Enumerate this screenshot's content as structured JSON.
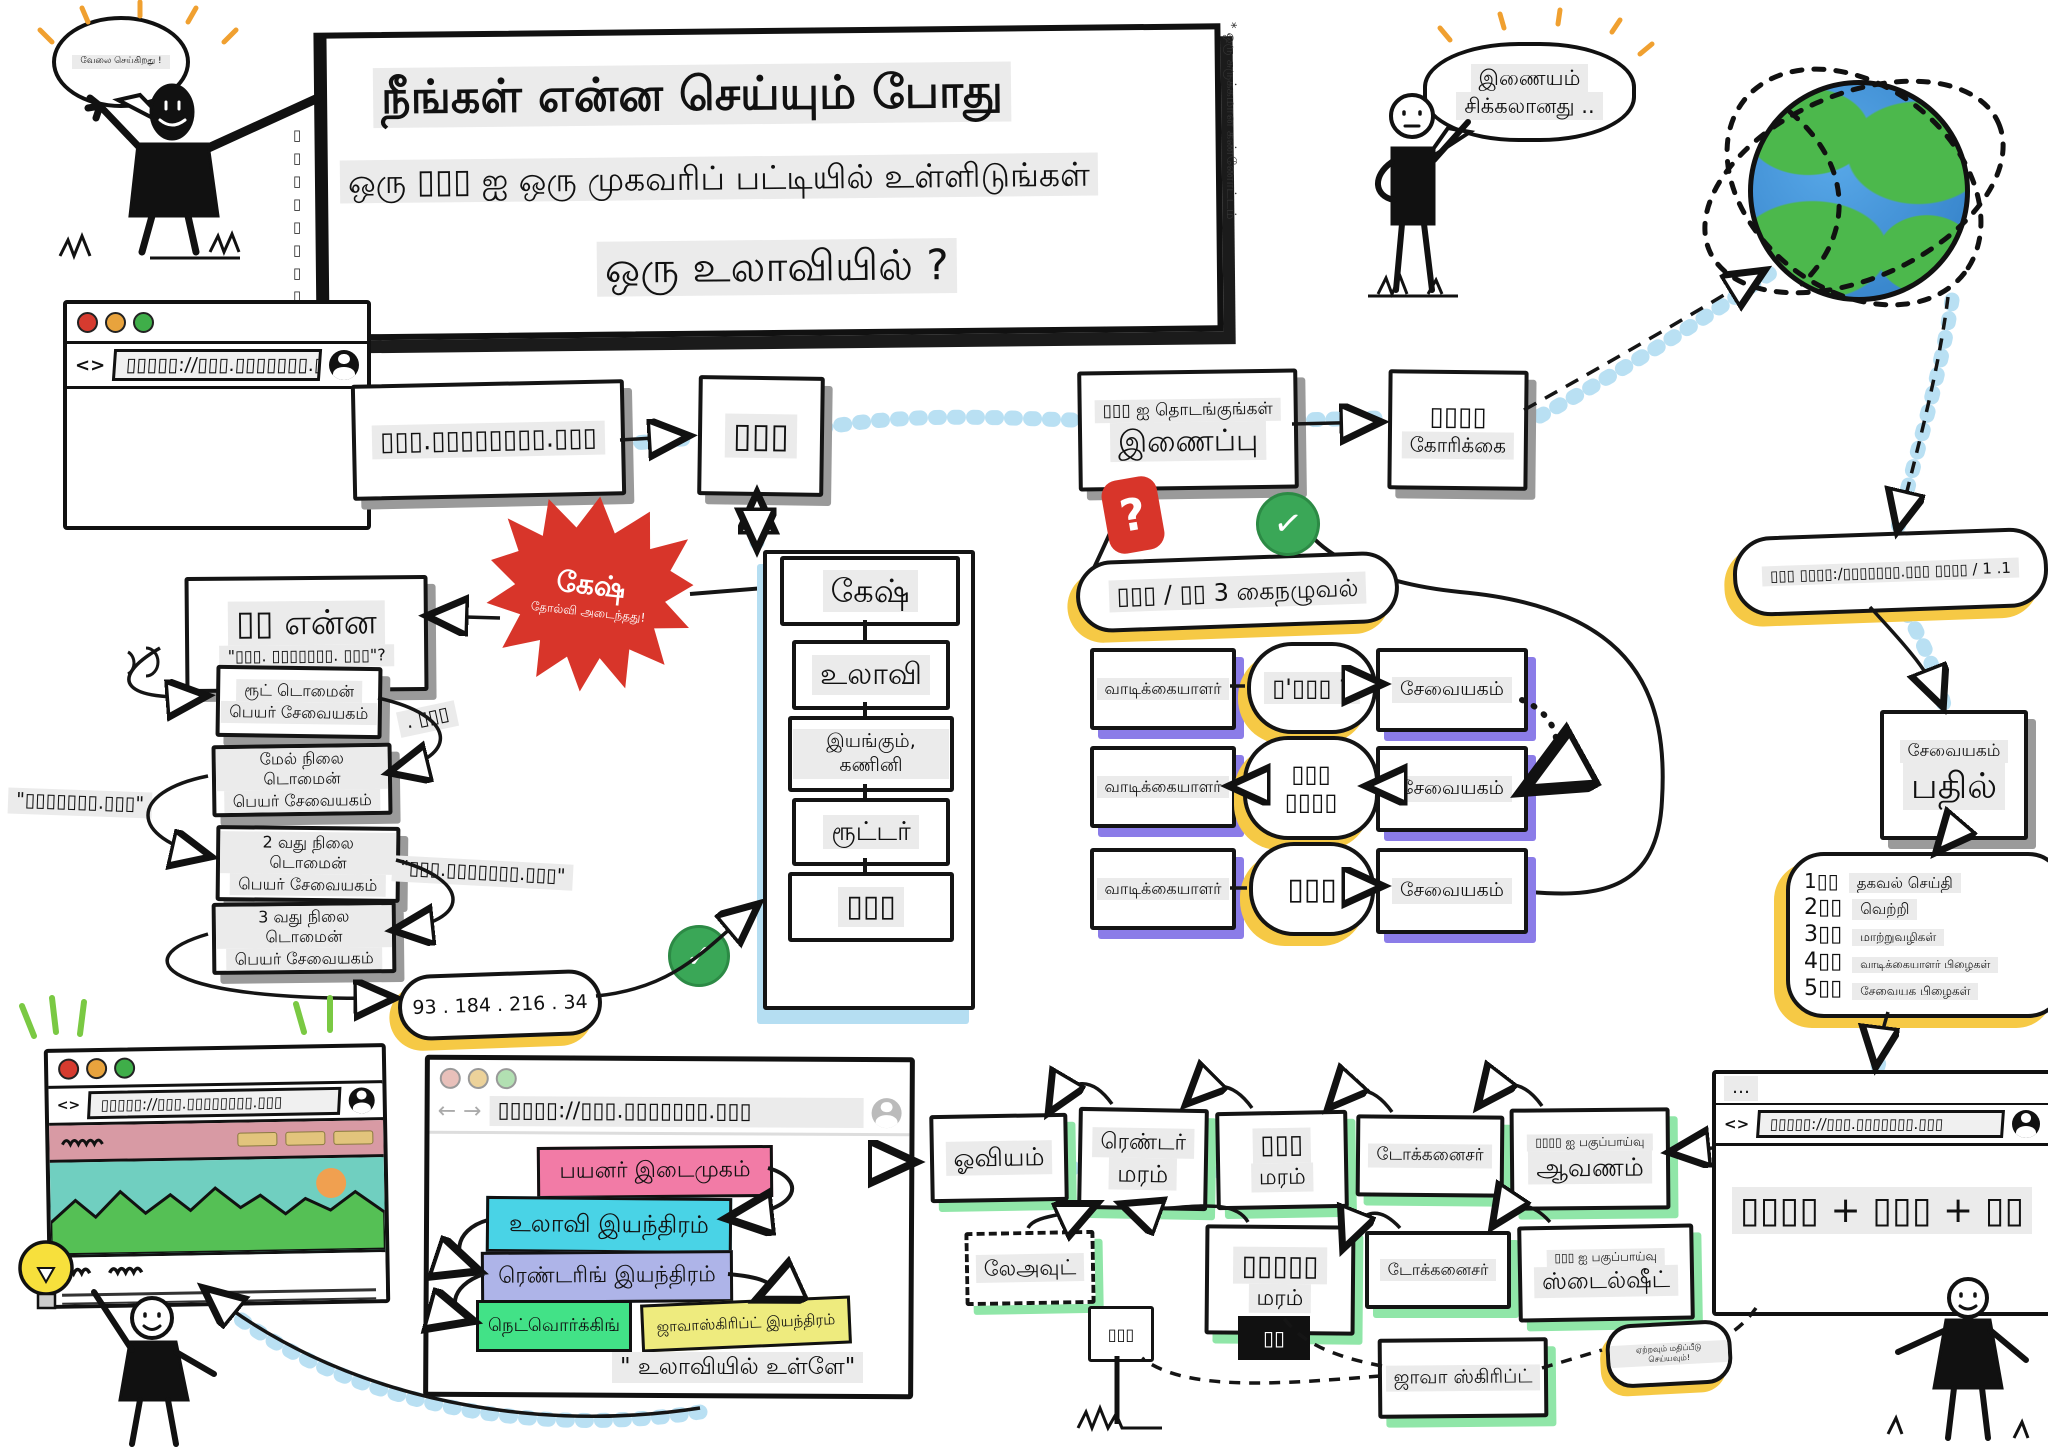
{
  "title": {
    "line1": "நீங்கள் என்ன செய்யும் போது",
    "line2": "ஒரு ▯▯▯ ஐ ஒரு முகவரிப் பட்டியில் உள்ளிடுங்கள்",
    "line3": "ஒரு உலாவியில் ?",
    "side_note": "* ஒரு சுருக்கமான கண்ணோட்டம்",
    "tofu_strip": "▯▯▯▯▯▯▯▯▯▯▯▯▯"
  },
  "figures": {
    "left_bubble": "வேலை செய்கிறது !",
    "right_bubble_line1": "இணையம்",
    "right_bubble_line2": "சிக்கலானது .."
  },
  "address_bar": {
    "code_icon": "<>",
    "url": "▯▯▯▯▯://▯▯▯.▯▯▯▯▯▯▯.▯▯▯"
  },
  "flow": {
    "www_box": "▯▯▯.▯▯▯▯▯▯▯▯.▯▯▯",
    "url_box": "▯▯▯",
    "connection_line1": "▯▯▯ ஐ தொடங்குங்கள்",
    "connection_line2": "இணைப்பு",
    "request_line1": "▯▯▯▯",
    "request_line2": "கோரிக்கை",
    "question_mark": "?",
    "check_mark": "✓"
  },
  "cache": {
    "title": "கேஷ்",
    "items": [
      "உலாவி",
      "இயங்கும், கணினி",
      "ரூட்டர்",
      "▯▯▯"
    ]
  },
  "cache_miss": {
    "line1": "கேஷ்",
    "line2": "தோல்வி அடைந்தது!"
  },
  "dns": {
    "question_line1": "▯▯ என்ன",
    "question_line2": "\"▯▯▯. ▯▯▯▯▯▯▯. ▯▯▯\"?",
    "servers": [
      {
        "line1": "ரூட் டொமைன்",
        "line2": "பெயர் சேவையகம்"
      },
      {
        "line1": "மேல் நிலை டொமைன்",
        "line2": "பெயர் சேவையகம்"
      },
      {
        "line1": "2 வது நிலை டொமைன்",
        "line2": "பெயர் சேவையகம்"
      },
      {
        "line1": "3 வது நிலை டொமைன்",
        "line2": "பெயர் சேவையகம்"
      }
    ],
    "label_tld": ". ▯▯▯",
    "label_domain": "\"▯▯▯▯▯▯▯.▯▯▯\"",
    "label_full": "\"▯▯▯.▯▯▯▯▯▯▯.▯▯▯\"",
    "ip_address": "93 . 184 . 216 . 34",
    "check_mark": "✓"
  },
  "handshake": {
    "banner": "▯▯▯ / ▯▯ 3 கைநழுவல்",
    "rows": [
      {
        "client": "வாடிக்கையாளர்",
        "message": "▯'▯▯▯ ?",
        "server": "சேவையகம்"
      },
      {
        "client": "வாடிக்கையாளர்",
        "message_line1": "▯▯▯",
        "message_line2": "▯▯▯▯",
        "server": "சேவையகம்"
      },
      {
        "client": "வாடிக்கையாளர்",
        "message": "▯▯▯",
        "server": "சேவையகம்"
      }
    ]
  },
  "http": {
    "get_request": "▯▯▯ ▯▯▯▯:/▯▯▯▯▯▯▯.▯▯▯ ▯▯▯▯ / 1 .1",
    "reply_line1": "சேவையகம்",
    "reply_line2": "பதில்",
    "status_codes": [
      {
        "code": "1▯▯",
        "label": "தகவல் செய்தி"
      },
      {
        "code": "2▯▯",
        "label": "வெற்றி"
      },
      {
        "code": "3▯▯",
        "label": "மாற்றுவழிகள்"
      },
      {
        "code": "4▯▯",
        "label": "வாடிக்கையாளர் பிழைகள்"
      },
      {
        "code": "5▯▯",
        "label": "சேவையக பிழைகள்"
      }
    ]
  },
  "result_browser": {
    "menu_dots": "…",
    "code_icon": "<>",
    "url": "▯▯▯▯▯://▯▯▯.▯▯▯▯▯▯▯.▯▯▯",
    "content": "▯▯▯▯ + ▯▯▯ + ▯▯"
  },
  "pipeline": {
    "paint": "ஓவியம்",
    "render_tree_line1": "ரெண்டர்",
    "render_tree_line2": "மரம்",
    "dom_tree_line1": "▯▯▯",
    "dom_tree_line2": "மரம்",
    "tokenizer_html": "டோக்கனைசர்",
    "parse_html_line1": "▯▯▯▯ ஐ பகுப்பாய்வு",
    "parse_html_line2": "ஆவணம்",
    "layout": "லேஅவுட்",
    "cssom_tree_line1": "▯▯▯▯▯",
    "cssom_tree_line2": "மரம்",
    "tokenizer_css": "டோக்கனைசர்",
    "parse_css_line1": "▯▯▯ ஐ பகுப்பாய்வு",
    "parse_css_line2": "ஸ்டைல்ஷீட்",
    "javascript": "ஜாவா ஸ்கிரிப்ட்",
    "js_note": "ஏற்றவும் மதிப்பீடு செய்யவும்!",
    "dom_sign": "▯▯▯",
    "css_chip": "▯▯"
  },
  "browser_internals": {
    "nav_icons": "← →",
    "url": "▯▯▯▯▯://▯▯▯.▯▯▯▯▯▯▯.▯▯▯",
    "layers": [
      {
        "label": "பயனர் இடைமுகம்",
        "color": "#f27ba6"
      },
      {
        "label": "உலாவி இயந்திரம்",
        "color": "#49d3e6"
      },
      {
        "label": "ரெண்டரிங் இயந்திரம்",
        "color": "#aeb4e8"
      },
      {
        "label": "நெட்வொர்க்கிங்",
        "color": "#42e287"
      },
      {
        "label": "ஜாவாஸ்கிரிப்ட் இயந்திரம்",
        "color": "#eeeb7e"
      }
    ],
    "caption": "\" உலாவியில் உள்ளே\""
  },
  "rendered_browser": {
    "code_icon": "<>",
    "url": "▯▯▯▯▯://▯▯▯.▯▯▯▯▯▯▯▯.▯▯▯"
  },
  "colors": {
    "confetti": "#b5def2",
    "cloud_shadow": "#f6c945",
    "box_shadow": "#9a9a9a",
    "purple_shadow": "#8b7ce8",
    "green_shadow": "#90e6a8",
    "burst_red": "#d8352a",
    "check_green": "#3aa757",
    "globe_blue": "#3584d6",
    "globe_green": "#4cb84c"
  }
}
